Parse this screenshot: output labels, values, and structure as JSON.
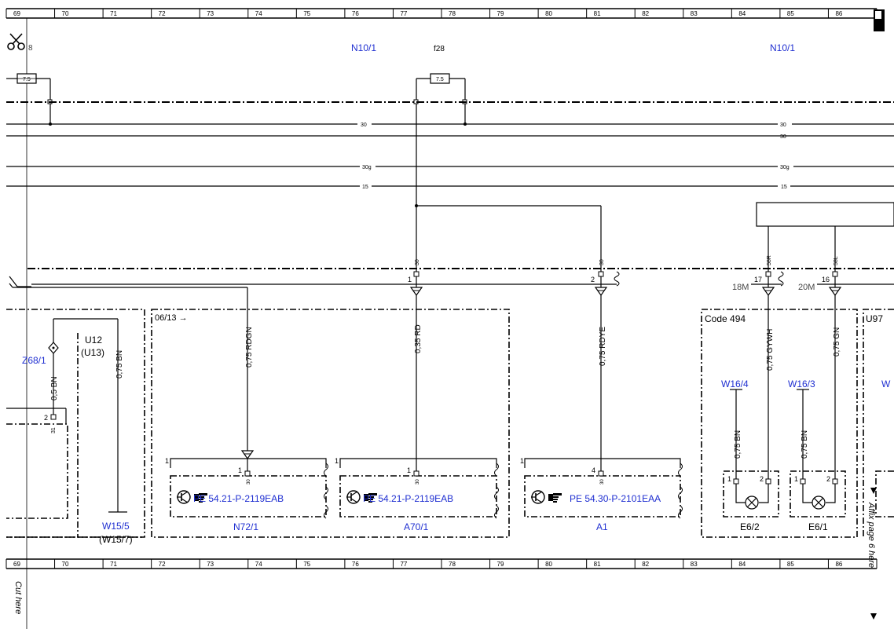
{
  "ruler": {
    "cells": [
      "69",
      "70",
      "71",
      "72",
      "73",
      "74",
      "75",
      "76",
      "77",
      "78",
      "79",
      "80",
      "81",
      "82",
      "83",
      "84",
      "85",
      "86"
    ]
  },
  "margin": {
    "cut_here": "Cut here",
    "affix_page": "Affix page 6 here"
  },
  "labels": {
    "fuse_left_num": "8",
    "fuse_left_rating": "7.5",
    "fuse_center_name": "f28",
    "fuse_center_rating": "7.5",
    "n10_left": "N10/1",
    "n10_right": "N10/1",
    "bus_30_a": "30",
    "bus_30_b": "30",
    "bus_30_c": "30",
    "bus_30g_a": "30g",
    "bus_30g_b": "30g",
    "bus_15_a": "15",
    "bus_15_b": "15",
    "pin_30_a": "30",
    "pin_30_b": "30",
    "pin_58r": "58R",
    "pin_58l": "58L",
    "conn_1": "1",
    "conn_2": "2",
    "conn_17": "17",
    "conn_16": "16",
    "pos_18m": "18M",
    "pos_20m": "20M",
    "date_ref": "06/13 →",
    "code_494": "Code 494",
    "u97": "U97",
    "u12": "U12",
    "u13": "(U13)",
    "z68": "Z68/1",
    "w16_4": "W16/4",
    "w16_3": "W16/3",
    "w_partial": "W",
    "w15_5": "W15/5",
    "w15_7": "(W15/7)",
    "wire_05bn": "0,5 BN",
    "wire_075bn_a": "0,75 BN",
    "wire_075bn_b": "0,75 BN",
    "wire_075bn_c": "0,75 BN",
    "wire_075rdgn": "0,75 RDGN",
    "wire_035rd": "0,35 RD",
    "wire_075rdye": "0,75 RDYE",
    "wire_075gywh": "0,75 GYWH",
    "wire_075gn": "0,75 GN",
    "pin_2_left": "2",
    "pin_31_left": "31",
    "box1_pin1": "1",
    "box2_pin1": "1",
    "box3_pin1": "1",
    "box1_term": "1",
    "box1_term30": "30",
    "box2_term": "1",
    "box2_term30": "30",
    "box3_term": "4",
    "box3_term30": "30",
    "lamp1_p1": "1",
    "lamp1_p2": "2",
    "lamp2_p1": "1",
    "lamp2_p2": "2",
    "pe1": "PE 54.21-P-2119EAB",
    "pe2": "PE 54.21-P-2119EAB",
    "pe3": "PE 54.30-P-2101EAA",
    "n72": "N72/1",
    "a70": "A70/1",
    "a1": "A1",
    "e6_2": "E6/2",
    "e6_1": "E6/1"
  },
  "icons": [
    "scissors-icon",
    "transistor-icon",
    "pointing-hand-icon",
    "lamp-icon",
    "corner-tab-icon",
    "triangle-down-icon"
  ],
  "colors": {
    "link": "#1f2fd1",
    "line": "#000000"
  }
}
